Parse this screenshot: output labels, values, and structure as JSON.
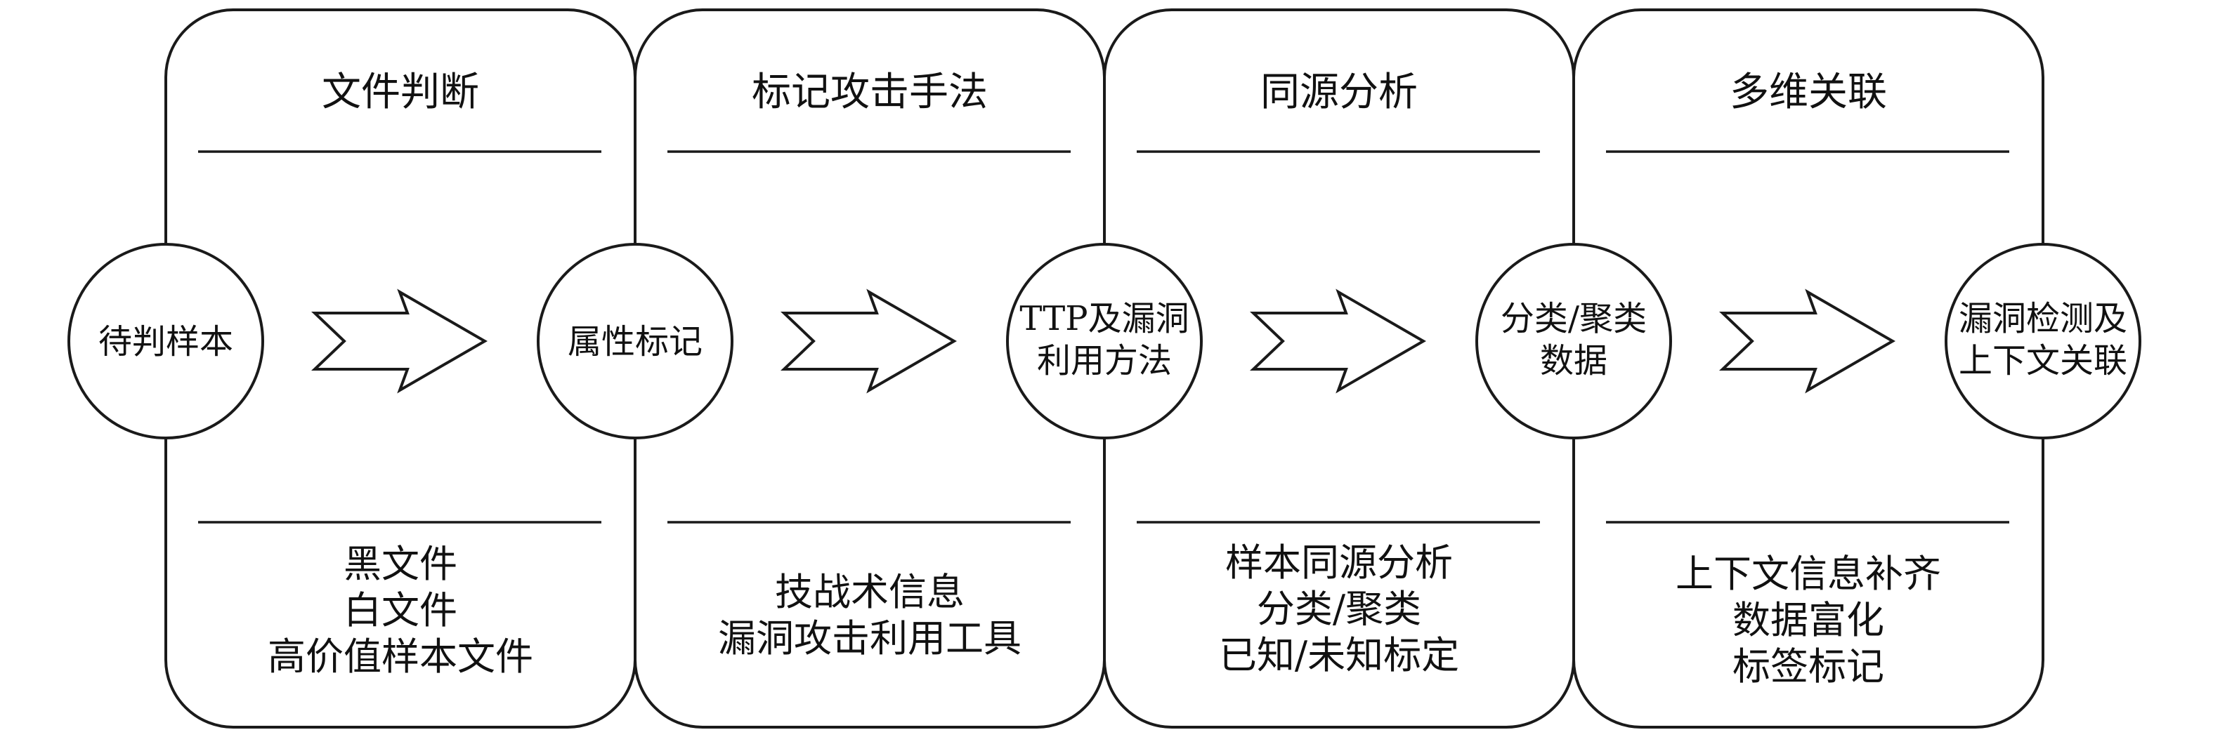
{
  "stages": [
    {
      "title": "文件判断",
      "items": [
        "黑文件",
        "白文件",
        "高价值样本文件"
      ]
    },
    {
      "title": "标记攻击手法",
      "items": [
        "技战术信息",
        "漏洞攻击利用工具"
      ]
    },
    {
      "title": "同源分析",
      "items": [
        "样本同源分析",
        "分类/聚类",
        "已知/未知标定"
      ]
    },
    {
      "title": "多维关联",
      "items": [
        "上下文信息补齐",
        "数据富化",
        "标签标记"
      ]
    }
  ],
  "nodes": [
    {
      "lines": [
        "待判样本"
      ]
    },
    {
      "lines": [
        "属性标记"
      ]
    },
    {
      "lines": [
        "TTP及漏洞",
        "利用方法"
      ]
    },
    {
      "lines": [
        "分类/聚类",
        "数据"
      ]
    },
    {
      "lines": [
        "漏洞检测及",
        "上下文关联"
      ]
    }
  ],
  "arrows": [
    {
      "icon": "right-chevron-arrow-icon"
    },
    {
      "icon": "right-chevron-arrow-icon"
    },
    {
      "icon": "right-chevron-arrow-icon"
    },
    {
      "icon": "right-chevron-arrow-icon"
    }
  ]
}
